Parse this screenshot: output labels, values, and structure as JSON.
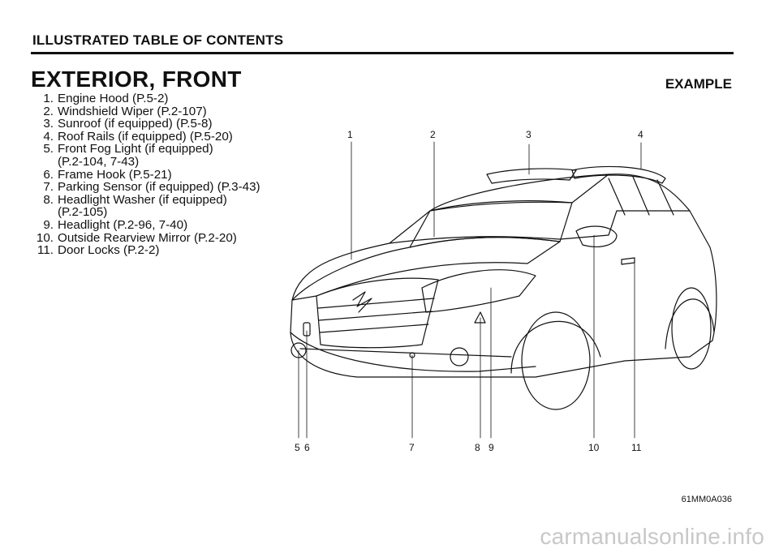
{
  "header": {
    "title": "ILLUSTRATED TABLE OF CONTENTS"
  },
  "section": {
    "title": "EXTERIOR, FRONT",
    "example_label": "EXAMPLE"
  },
  "items": [
    {
      "num": "1.",
      "text": "Engine Hood (P.5-2)"
    },
    {
      "num": "2.",
      "text": "Windshield Wiper (P.2-107)"
    },
    {
      "num": "3.",
      "text": "Sunroof (if equipped) (P.5-8)"
    },
    {
      "num": "4.",
      "text": "Roof Rails (if equipped) (P.5-20)"
    },
    {
      "num": "5.",
      "text": "Front Fog Light (if equipped)\n(P.2-104, 7-43)"
    },
    {
      "num": "6.",
      "text": "Frame Hook (P.5-21)"
    },
    {
      "num": "7.",
      "text": "Parking Sensor (if equipped) (P.3-43)"
    },
    {
      "num": "8.",
      "text": "Headlight Washer (if equipped)\n(P.2-105)"
    },
    {
      "num": "9.",
      "text": "Headlight (P.2-96, 7-40)"
    },
    {
      "num": "10.",
      "text": "Outside Rearview Mirror (P.2-20)"
    },
    {
      "num": "11.",
      "text": "Door Locks (P.2-2)"
    }
  ],
  "callouts": [
    "1",
    "2",
    "3",
    "4",
    "5",
    "6",
    "7",
    "8",
    "9",
    "10",
    "11"
  ],
  "figure_code": "61MM0A036",
  "watermark": "carmanualsonline.info"
}
